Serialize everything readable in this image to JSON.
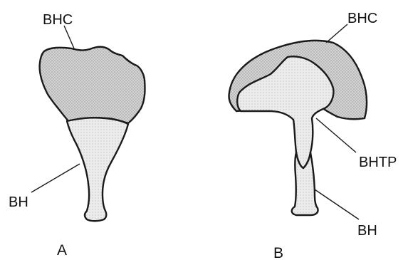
{
  "figure": {
    "panel_a": {
      "panel_label": "A",
      "labels": {
        "cap": "BHC",
        "shaft": "BH"
      }
    },
    "panel_b": {
      "panel_label": "B",
      "labels": {
        "cap": "BHC",
        "plate": "BHTP",
        "shaft": "BH"
      }
    },
    "colors": {
      "cap_fill": "#cfcfcf",
      "stalk_fill": "#e9e9e9",
      "outline": "#1a1a1a"
    }
  }
}
